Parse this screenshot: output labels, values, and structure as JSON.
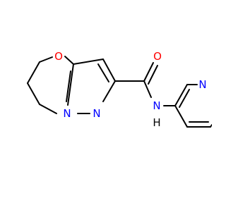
{
  "molecule": {
    "atom_labels": {
      "O_ring": "O",
      "N_bridge": "N",
      "N_pyrazole": "N",
      "O_carbonyl": "O",
      "N_amide": "N",
      "H_amide": "H",
      "N_pyridine": "N"
    },
    "colors": {
      "bond": "#000000",
      "oxygen": "#ff0000",
      "nitrogen": "#0000ff",
      "background": "#ffffff"
    }
  }
}
